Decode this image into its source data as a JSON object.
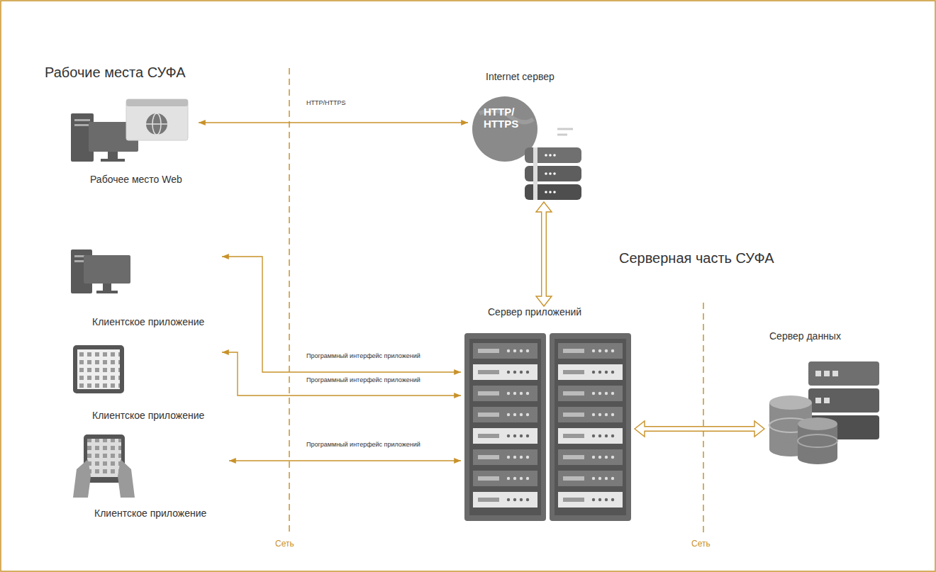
{
  "diagram": {
    "nodes": [
      {
        "text": [
          "Рабочее место Web"
        ]
      },
      {
        "text": [
          "Internet сервер"
        ]
      },
      {
        "text": [
          "Клиентское приложение"
        ]
      },
      {
        "text": [
          "Клиентское приложение"
        ]
      },
      {
        "text": [
          "Клиентское приложение"
        ]
      },
      {
        "text": [
          "Сервер приложений"
        ]
      },
      {
        "text": [
          "Сервер данных"
        ]
      }
    ],
    "edges": [
      {
        "from": 0,
        "to": 1,
        "arrow": "both",
        "label": "HTTP/HTTPS"
      },
      {
        "from": 1,
        "to": 5,
        "arrow": "both"
      },
      {
        "from": 2,
        "to": 5,
        "arrow": "both",
        "label": "Программный интерфейс приложений"
      },
      {
        "from": 3,
        "to": 5,
        "arrow": "both",
        "label": "Программный интерфейс приложений"
      },
      {
        "from": 4,
        "to": 5,
        "arrow": "both",
        "label": "Программный интерфейс приложений"
      },
      {
        "from": 5,
        "to": 6,
        "arrow": "both"
      }
    ],
    "labels": [
      "Рабочие места СУФА",
      "Серверная часть СУФА",
      "HTTP/ HTTPS",
      "Сеть",
      "Сеть"
    ]
  }
}
